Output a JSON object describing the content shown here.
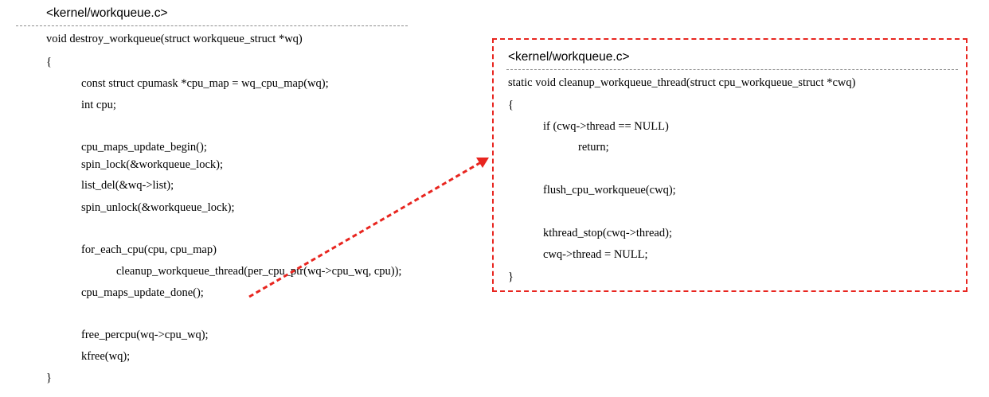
{
  "left_panel": {
    "filename": "<kernel/workqueue.c>",
    "lines": [
      "void destroy_workqueue(struct workqueue_struct *wq)",
      "{",
      "const struct cpumask *cpu_map = wq_cpu_map(wq);",
      "int cpu;",
      "cpu_maps_update_begin();",
      "spin_lock(&workqueue_lock);",
      "list_del(&wq->list);",
      "spin_unlock(&workqueue_lock);",
      "for_each_cpu(cpu, cpu_map)",
      "cleanup_workqueue_thread(per_cpu_ptr(wq->cpu_wq, cpu));",
      "cpu_maps_update_done();",
      "free_percpu(wq->cpu_wq);",
      "kfree(wq);",
      "}"
    ]
  },
  "right_panel": {
    "filename": "<kernel/workqueue.c>",
    "lines": [
      "static void cleanup_workqueue_thread(struct cpu_workqueue_struct *cwq)",
      "{",
      "if (cwq->thread == NULL)",
      "return;",
      "flush_cpu_workqueue(cwq);",
      "kthread_stop(cwq->thread);",
      "cwq->thread = NULL;",
      "}"
    ]
  },
  "colors": {
    "highlight_border": "#e8251f",
    "arrow": "#e8251f",
    "rule": "#8c8c8c",
    "text": "#000000"
  }
}
